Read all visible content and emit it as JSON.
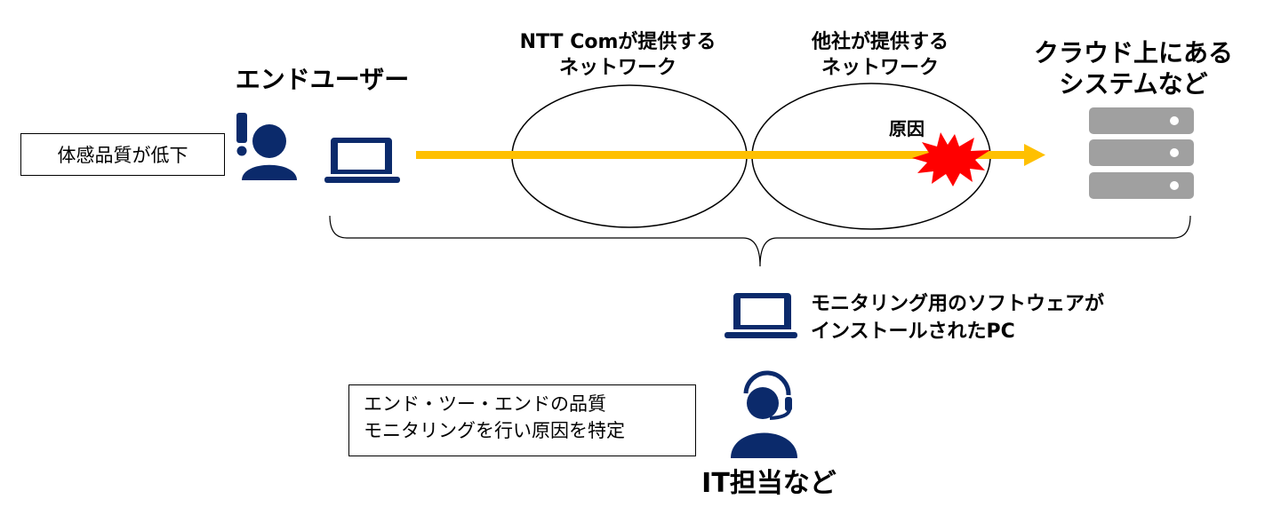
{
  "end_user": {
    "title": "エンドユーザー",
    "status_box": "体感品質が低下"
  },
  "networks": [
    {
      "line1": "NTT Comが提供する",
      "line2": "ネットワーク"
    },
    {
      "line1": "他社が提供する",
      "line2": "ネットワーク"
    }
  ],
  "cause_label": "原因",
  "cloud": {
    "line1": "クラウド上にある",
    "line2": "システムなど"
  },
  "monitor_pc": {
    "line1": "モニタリング用のソフトウェアが",
    "line2": "インストールされたPC"
  },
  "it_box": {
    "line1": "エンド・ツー・エンドの品質",
    "line2": "モニタリングを行い原因を特定"
  },
  "it_title": "IT担当など",
  "colors": {
    "navy": "#0B2A6B",
    "arrow": "#FFC000",
    "burst": "#FF0000",
    "server": "#A0A0A0"
  }
}
